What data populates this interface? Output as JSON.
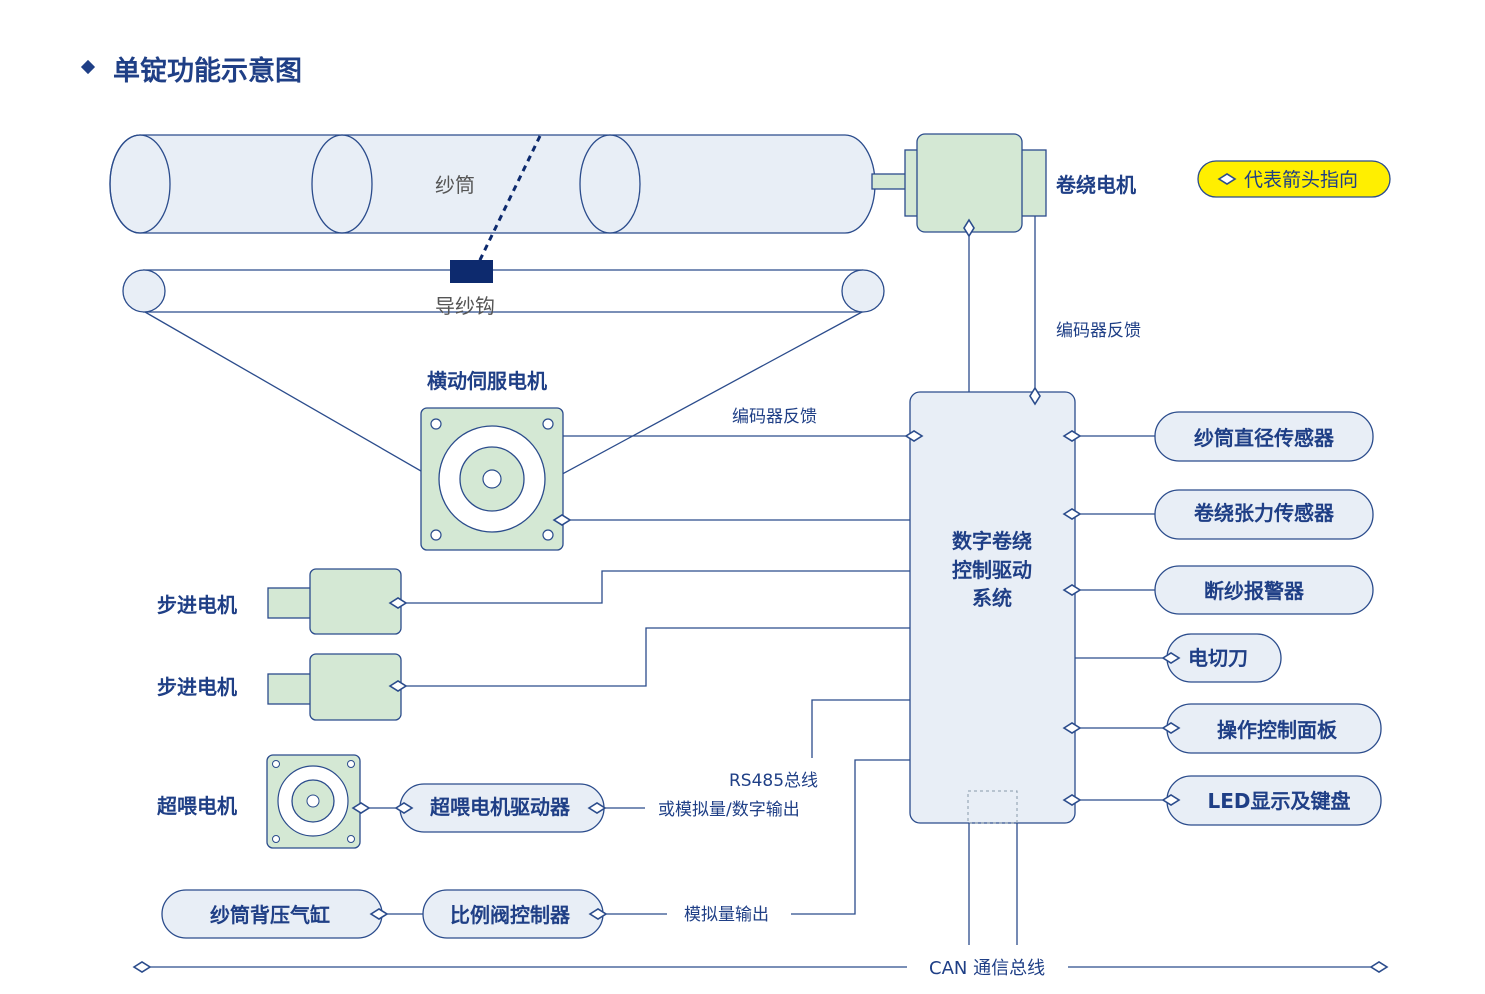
{
  "title": "单锭功能示意图",
  "legend": {
    "label": "代表箭头指向",
    "bg": "#ffef00",
    "marker": "diamond-icon"
  },
  "colors": {
    "line": "#2b4c8c",
    "green": "#d4e8d4",
    "blue_fill": "#e8eef6",
    "text": "#1f3f86"
  },
  "labels": {
    "bobbin": "纱筒",
    "yarn_guide": "导纱钩",
    "winding_motor": "卷绕电机",
    "encoder_feedback_top": "编码器反馈",
    "traverse_servo": "横动伺服电机",
    "encoder_feedback_left": "编码器反馈",
    "stepper_1": "步进电机",
    "stepper_2": "步进电机",
    "overfeed_motor": "超喂电机",
    "rs485_line1": "RS485总线",
    "rs485_line2": "或模拟量/数字输出",
    "analog_out": "模拟量输出",
    "can_bus": "CAN 通信总线"
  },
  "controller": {
    "lines": [
      "数字卷绕",
      "控制驱动",
      "系统"
    ]
  },
  "right_devices": [
    "纱筒直径传感器",
    "卷绕张力传感器",
    "断纱报警器",
    "电切刀",
    "操作控制面板",
    "LED显示及键盘"
  ],
  "left_devices": {
    "overfeed_driver": "超喂电机驱动器",
    "backpressure_cylinder": "纱筒背压气缸",
    "proportional_valve": "比例阀控制器"
  }
}
